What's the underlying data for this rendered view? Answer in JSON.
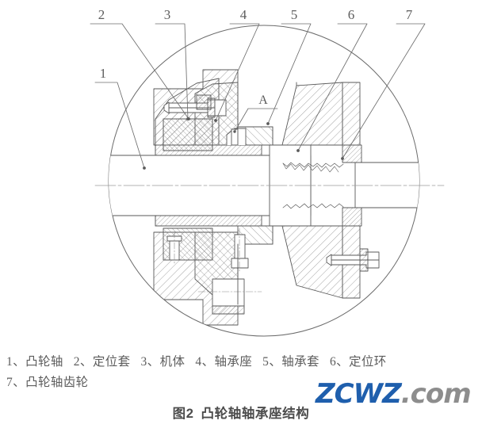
{
  "figure": {
    "caption_number": "图2",
    "caption_title": "凸轮轴轴承座结构",
    "detail_label": "A"
  },
  "callouts": [
    {
      "id": "1",
      "label": "1"
    },
    {
      "id": "2",
      "label": "2"
    },
    {
      "id": "3",
      "label": "3"
    },
    {
      "id": "4",
      "label": "4"
    },
    {
      "id": "5",
      "label": "5"
    },
    {
      "id": "6",
      "label": "6"
    },
    {
      "id": "7",
      "label": "7"
    }
  ],
  "legend": {
    "row1": [
      {
        "num": "1、",
        "name": "凸轮轴"
      },
      {
        "num": "2、",
        "name": "定位套"
      },
      {
        "num": "3、",
        "name": "机体"
      },
      {
        "num": "4、",
        "name": "轴承座"
      },
      {
        "num": "5、",
        "name": "轴承套"
      },
      {
        "num": "6、",
        "name": "定位环"
      }
    ],
    "row2": [
      {
        "num": "7、",
        "name": "凸轮轴齿轮"
      }
    ]
  },
  "watermark": {
    "brand": "ZCWZ",
    "tld": ".com",
    "brand_color": "#1f5fad",
    "tld_color": "#8d8d8d"
  },
  "style": {
    "line_color": "#5a5a5a",
    "hatch_color": "#7d7d7d",
    "background": "#ffffff"
  }
}
